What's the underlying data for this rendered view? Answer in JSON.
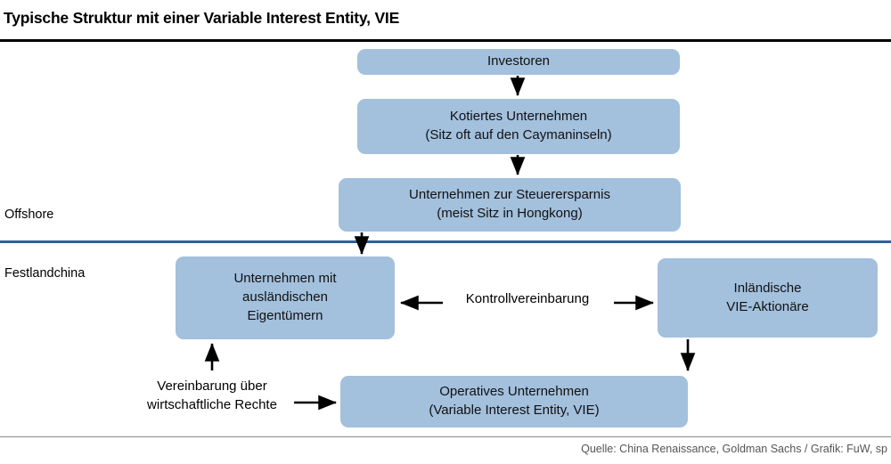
{
  "chart_title": "Typische Struktur mit einer Variable Interest Entity, VIE",
  "zones": {
    "offshore_label": "Offshore",
    "mainland_label": "Festlandchina"
  },
  "nodes": {
    "investoren": {
      "line1": "Investoren"
    },
    "kotiertes": {
      "line1": "Kotiertes Unternehmen",
      "line2": "(Sitz oft auf den Caymaninseln)"
    },
    "steuerersparnis": {
      "line1": "Unternehmen zur Steuerersparnis",
      "line2": "(meist Sitz in Hongkong)"
    },
    "auslaendische": {
      "line1": "Unternehmen mit",
      "line2": "ausländischen",
      "line3": "Eigentümern"
    },
    "inlaendische": {
      "line1": "Inländische",
      "line2": "VIE-Aktionäre"
    },
    "operatives": {
      "line1": "Operatives Unternehmen",
      "line2": "(Variable Interest Entity, VIE)"
    }
  },
  "edge_labels": {
    "kontrollvereinbarung": "Kontrollvereinbarung",
    "wirtschaftliche_rechte_line1": "Vereinbarung über",
    "wirtschaftliche_rechte_line2": "wirtschaftliche Rechte"
  },
  "source_note": "Quelle: China Renaissance, Goldman Sachs / Grafik: FuW, sp",
  "colors": {
    "node_fill": "#a3c0dd",
    "divider_blue": "#2f5f9e",
    "divider_black": "#000000",
    "divider_gray": "#8a8a8a",
    "text": "#000000",
    "source_text": "#555555",
    "background": "#ffffff"
  },
  "chart_data": {
    "type": "diagram",
    "title": "Typische Struktur mit einer Variable Interest Entity, VIE",
    "nodes": [
      {
        "id": "investoren",
        "label": "Investoren",
        "zone": "Offshore"
      },
      {
        "id": "kotiertes",
        "label": "Kotiertes Unternehmen (Sitz oft auf den Caymaninseln)",
        "zone": "Offshore"
      },
      {
        "id": "steuerersparnis",
        "label": "Unternehmen zur Steuerersparnis (meist Sitz in Hongkong)",
        "zone": "Offshore"
      },
      {
        "id": "auslaendische",
        "label": "Unternehmen mit ausländischen Eigentümern",
        "zone": "Festlandchina"
      },
      {
        "id": "inlaendische",
        "label": "Inländische VIE-Aktionäre",
        "zone": "Festlandchina"
      },
      {
        "id": "operatives",
        "label": "Operatives Unternehmen (Variable Interest Entity, VIE)",
        "zone": "Festlandchina"
      }
    ],
    "edges": [
      {
        "from": "investoren",
        "to": "kotiertes",
        "label": "",
        "direction": "down"
      },
      {
        "from": "kotiertes",
        "to": "steuerersparnis",
        "label": "",
        "direction": "down"
      },
      {
        "from": "steuerersparnis",
        "to": "auslaendische",
        "label": "",
        "direction": "down"
      },
      {
        "from": "kontrollvereinbarung",
        "to": "auslaendische",
        "label": "Kontrollvereinbarung",
        "direction": "left"
      },
      {
        "from": "kontrollvereinbarung",
        "to": "inlaendische",
        "label": "Kontrollvereinbarung",
        "direction": "right"
      },
      {
        "from": "inlaendische",
        "to": "operatives",
        "label": "",
        "direction": "down"
      },
      {
        "from": "wirtschaftliche-rechte",
        "to": "operatives",
        "label": "Vereinbarung über wirtschaftliche Rechte",
        "direction": "right"
      },
      {
        "from": "wirtschaftliche-rechte",
        "to": "auslaendische",
        "label": "Vereinbarung über wirtschaftliche Rechte",
        "direction": "up"
      }
    ]
  }
}
